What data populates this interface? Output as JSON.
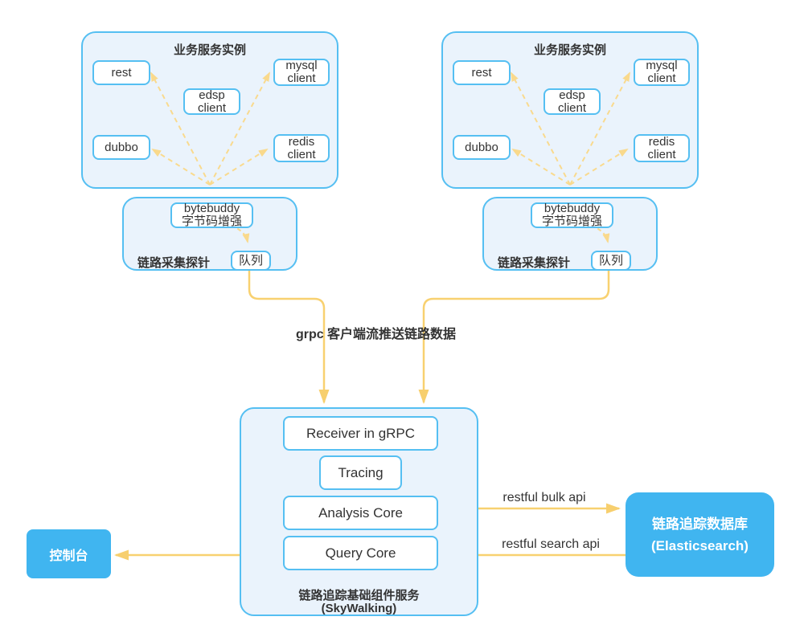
{
  "groups": [
    {
      "title": "业务服务实例",
      "nodes": {
        "rest": "rest",
        "dubbo": "dubbo",
        "edsp": {
          "l1": "edsp",
          "l2": "client"
        },
        "mysql": {
          "l1": "mysql",
          "l2": "client"
        },
        "redis": {
          "l1": "redis",
          "l2": "client"
        }
      },
      "probe": {
        "label": "链路采集探针",
        "bytebuddy": {
          "l1": "bytebuddy",
          "l2": "字节码增强"
        },
        "queue": "队列"
      }
    },
    {
      "title": "业务服务实例",
      "nodes": {
        "rest": "rest",
        "dubbo": "dubbo",
        "edsp": {
          "l1": "edsp",
          "l2": "client"
        },
        "mysql": {
          "l1": "mysql",
          "l2": "client"
        },
        "redis": {
          "l1": "redis",
          "l2": "client"
        }
      },
      "probe": {
        "label": "链路采集探针",
        "bytebuddy": {
          "l1": "bytebuddy",
          "l2": "字节码增强"
        },
        "queue": "队列"
      }
    }
  ],
  "labels": {
    "grpc": "grpc 客户端流推送链路数据",
    "bulk_api": "restful bulk api",
    "search_api": "restful search api"
  },
  "skywalking": {
    "receiver": "Receiver in gRPC",
    "tracing": "Tracing",
    "analysis": "Analysis Core",
    "query": "Query Core",
    "caption_l1": "链路追踪基础组件服务",
    "caption_l2": "(SkyWalking)"
  },
  "elasticsearch": {
    "l1": "链路追踪数据库",
    "l2": "(Elasticsearch)"
  },
  "console": {
    "label": "控制台"
  },
  "colors": {
    "accent_blue": "#40B5F0",
    "border_blue": "#55BFF2",
    "panel_fill": "#EAF3FC",
    "arrow_yellow_solid": "#F8D170",
    "arrow_yellow_dashed": "#F9DA8E",
    "text": "#333333"
  }
}
